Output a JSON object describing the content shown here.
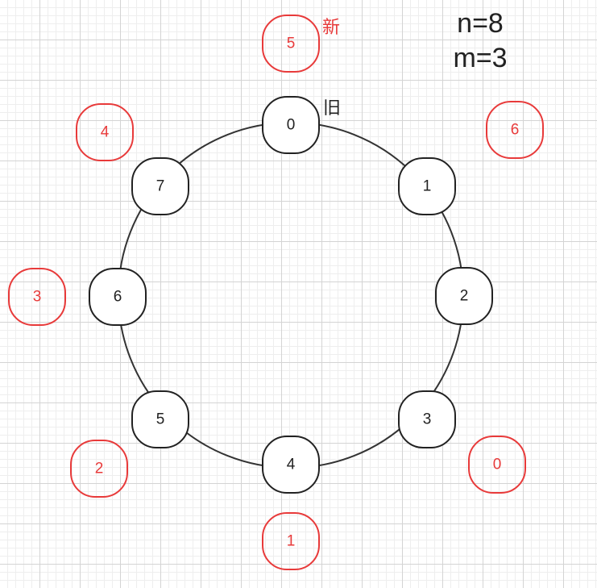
{
  "params": {
    "n": "n=8",
    "m": "m=3"
  },
  "tags": {
    "old": "旧",
    "new": "新"
  },
  "old_nodes": [
    "0",
    "1",
    "2",
    "3",
    "4",
    "5",
    "6",
    "7"
  ],
  "new_nodes": [
    "5",
    "6",
    "0",
    "1",
    "2",
    "3",
    "4"
  ],
  "colors": {
    "old": "#222222",
    "new": "#e83a3a",
    "ring": "#333333"
  }
}
